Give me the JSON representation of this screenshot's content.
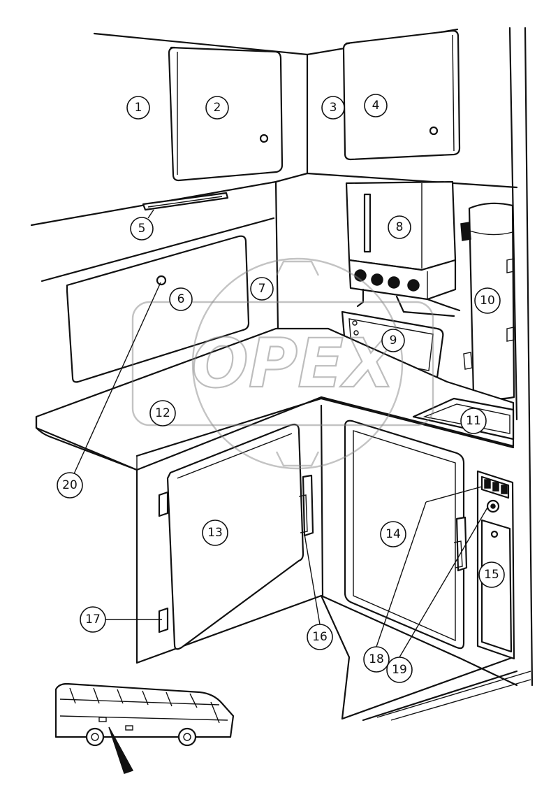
{
  "callouts": [
    {
      "id": "c1",
      "label": "1"
    },
    {
      "id": "c2",
      "label": "2"
    },
    {
      "id": "c3",
      "label": "3"
    },
    {
      "id": "c4",
      "label": "4"
    },
    {
      "id": "c5",
      "label": "5"
    },
    {
      "id": "c6",
      "label": "6"
    },
    {
      "id": "c7",
      "label": "7"
    },
    {
      "id": "c8",
      "label": "8"
    },
    {
      "id": "c9",
      "label": "9"
    },
    {
      "id": "c10",
      "label": "10"
    },
    {
      "id": "c11",
      "label": "11"
    },
    {
      "id": "c12",
      "label": "12"
    },
    {
      "id": "c13",
      "label": "13"
    },
    {
      "id": "c14",
      "label": "14"
    },
    {
      "id": "c15",
      "label": "15"
    },
    {
      "id": "c16",
      "label": "16"
    },
    {
      "id": "c17",
      "label": "17"
    },
    {
      "id": "c18",
      "label": "18"
    },
    {
      "id": "c19",
      "label": "19"
    },
    {
      "id": "c20",
      "label": "20"
    }
  ],
  "watermark": {
    "text": "OPEX"
  }
}
